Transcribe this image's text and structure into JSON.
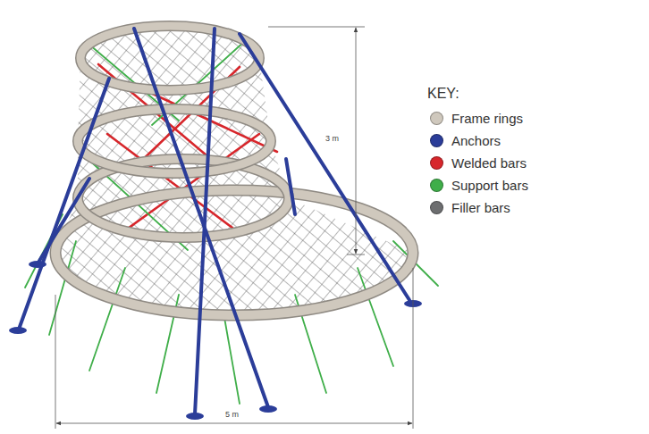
{
  "diagram": {
    "labels": [
      "3 m",
      "5 m",
      "KEY:"
    ],
    "legend": [
      {
        "text": "Frame rings",
        "color": "#cfc8bd"
      },
      {
        "text": "Anchors",
        "color": "#2b3d99"
      },
      {
        "text": "Welded bars",
        "color": "#d7262b"
      },
      {
        "text": "Support bars",
        "color": "#3fae49"
      },
      {
        "text": "Filler bars",
        "color": "#6d6e70"
      }
    ]
  }
}
